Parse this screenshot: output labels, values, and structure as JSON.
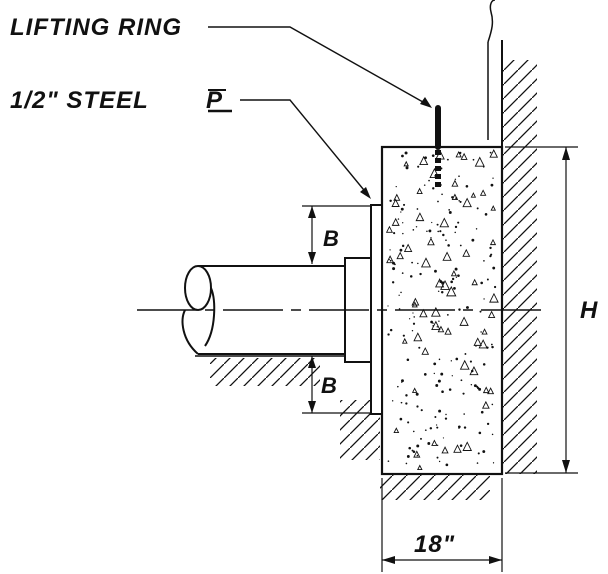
{
  "labels": {
    "lifting_ring": "LIFTING RING",
    "steel_plate": "1/2\" STEEL",
    "plate_symbol": "P",
    "b_top": "B",
    "b_bottom": "B",
    "height": "H",
    "width": "18\""
  },
  "colors": {
    "line": "#111111",
    "background": "#ffffff"
  }
}
